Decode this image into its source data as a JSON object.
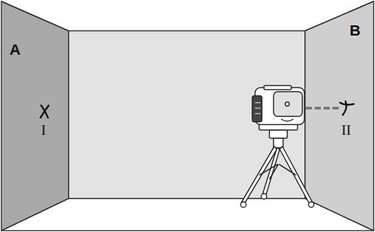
{
  "diagram": {
    "labels": [
      "A",
      "B",
      "I",
      "II"
    ]
  }
}
